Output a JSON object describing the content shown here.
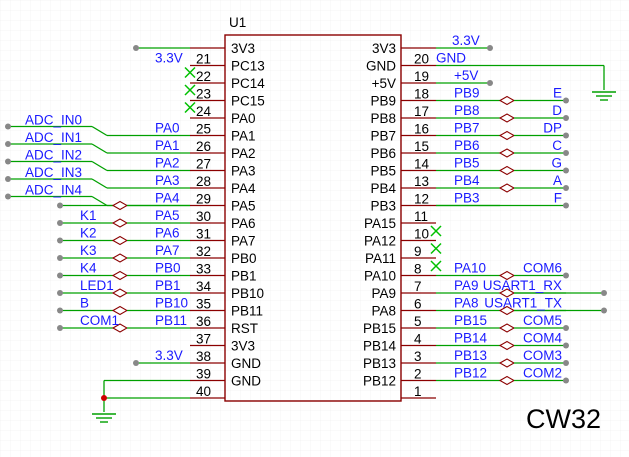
{
  "component": {
    "refdes": "U1",
    "title": "CW32",
    "left_pins": [
      {
        "num": "21",
        "name": "PC13"
      },
      {
        "num": "22",
        "name": "PC14",
        "highlight": true
      },
      {
        "num": "23",
        "name": "PC15"
      },
      {
        "num": "24",
        "name": "PA0"
      },
      {
        "num": "25",
        "name": "PA1"
      },
      {
        "num": "26",
        "name": "PA2"
      },
      {
        "num": "27",
        "name": "PA3"
      },
      {
        "num": "28",
        "name": "PA4"
      },
      {
        "num": "29",
        "name": "PA5"
      },
      {
        "num": "30",
        "name": "PA6"
      },
      {
        "num": "31",
        "name": "PA7"
      },
      {
        "num": "32",
        "name": "PB0"
      },
      {
        "num": "33",
        "name": "PB1"
      },
      {
        "num": "34",
        "name": "PB10"
      },
      {
        "num": "35",
        "name": "PB11"
      },
      {
        "num": "36",
        "name": "RST"
      },
      {
        "num": "37",
        "name": "3V3"
      },
      {
        "num": "38",
        "name": "GND"
      },
      {
        "num": "39",
        "name": "GND"
      },
      {
        "num": "40",
        "name": ""
      }
    ],
    "left_top_label": "3V3",
    "right_pins": [
      {
        "num": "",
        "name": "3V3"
      },
      {
        "num": "20",
        "name": "GND"
      },
      {
        "num": "19",
        "name": "+5V"
      },
      {
        "num": "18",
        "name": "PB9"
      },
      {
        "num": "17",
        "name": "PB8"
      },
      {
        "num": "16",
        "name": "PB7"
      },
      {
        "num": "15",
        "name": "PB6"
      },
      {
        "num": "14",
        "name": "PB5"
      },
      {
        "num": "13",
        "name": "PB4"
      },
      {
        "num": "12",
        "name": "PB3"
      },
      {
        "num": "11",
        "name": "PA15"
      },
      {
        "num": "10",
        "name": "PA12"
      },
      {
        "num": "9",
        "name": "PA11"
      },
      {
        "num": "8",
        "name": "PA10"
      },
      {
        "num": "7",
        "name": "PA9"
      },
      {
        "num": "6",
        "name": "PA8"
      },
      {
        "num": "5",
        "name": "PB15"
      },
      {
        "num": "4",
        "name": "PB14"
      },
      {
        "num": "3",
        "name": "PB13"
      },
      {
        "num": "2",
        "name": "PB12"
      },
      {
        "num": "1",
        "name": ""
      }
    ]
  },
  "left_nets": [
    {
      "label": "3.3V",
      "row": 0
    },
    {
      "label": "ADC_IN0",
      "row": 4
    },
    {
      "label": "PA0",
      "row": 4
    },
    {
      "label": "ADC_IN1",
      "row": 5
    },
    {
      "label": "PA1",
      "row": 5
    },
    {
      "label": "ADC_IN2",
      "row": 6
    },
    {
      "label": "PA2",
      "row": 6
    },
    {
      "label": "ADC_IN3",
      "row": 7
    },
    {
      "label": "PA3",
      "row": 7
    },
    {
      "label": "ADC_IN4",
      "row": 8
    },
    {
      "label": "PA4",
      "row": 8
    },
    {
      "label": "K1",
      "row": 9
    },
    {
      "label": "PA5",
      "row": 9
    },
    {
      "label": "K2",
      "row": 10
    },
    {
      "label": "PA6",
      "row": 10
    },
    {
      "label": "K3",
      "row": 11
    },
    {
      "label": "PA7",
      "row": 11
    },
    {
      "label": "K4",
      "row": 12
    },
    {
      "label": "PB0",
      "row": 12
    },
    {
      "label": "LED1",
      "row": 13
    },
    {
      "label": "PB1",
      "row": 13
    },
    {
      "label": "B",
      "row": 14
    },
    {
      "label": "PB10",
      "row": 14
    },
    {
      "label": "COM1",
      "row": 15
    },
    {
      "label": "PB11",
      "row": 15
    },
    {
      "label": "3.3V",
      "row": 17
    }
  ],
  "right_nets": [
    {
      "label": "3.3V",
      "row": 0
    },
    {
      "label": "+5V",
      "row": 2
    },
    {
      "label": "PB9",
      "row": 3
    },
    {
      "label": "E",
      "row": 3
    },
    {
      "label": "PB8",
      "row": 4
    },
    {
      "label": "D",
      "row": 4
    },
    {
      "label": "PB7",
      "row": 5
    },
    {
      "label": "DP",
      "row": 5
    },
    {
      "label": "PB6",
      "row": 6
    },
    {
      "label": "C",
      "row": 6
    },
    {
      "label": "PB5",
      "row": 7
    },
    {
      "label": "G",
      "row": 7
    },
    {
      "label": "PB4",
      "row": 8
    },
    {
      "label": "A",
      "row": 8
    },
    {
      "label": "PB3",
      "row": 9
    },
    {
      "label": "F",
      "row": 9
    },
    {
      "label": "PA10",
      "row": 13
    },
    {
      "label": "COM6",
      "row": 13
    },
    {
      "label": "PA9",
      "row": 14
    },
    {
      "label": "USART1_RX",
      "row": 14
    },
    {
      "label": "PA8",
      "row": 15
    },
    {
      "label": "USART1_TX",
      "row": 15
    },
    {
      "label": "PB15",
      "row": 16
    },
    {
      "label": "COM5",
      "row": 16
    },
    {
      "label": "PB14",
      "row": 17
    },
    {
      "label": "COM4",
      "row": 17
    },
    {
      "label": "PB13",
      "row": 18
    },
    {
      "label": "COM3",
      "row": 18
    },
    {
      "label": "PB12",
      "row": 19
    },
    {
      "label": "COM2",
      "row": 19
    }
  ],
  "colors": {
    "wire": "#00a000",
    "net_label": "#1a1aff",
    "body": "#8b0000",
    "pin_line": "#8b0000",
    "no_connect": "#00c000",
    "highlight": "#ff0000",
    "junction": "#cc0000",
    "terminal": "#888888"
  }
}
